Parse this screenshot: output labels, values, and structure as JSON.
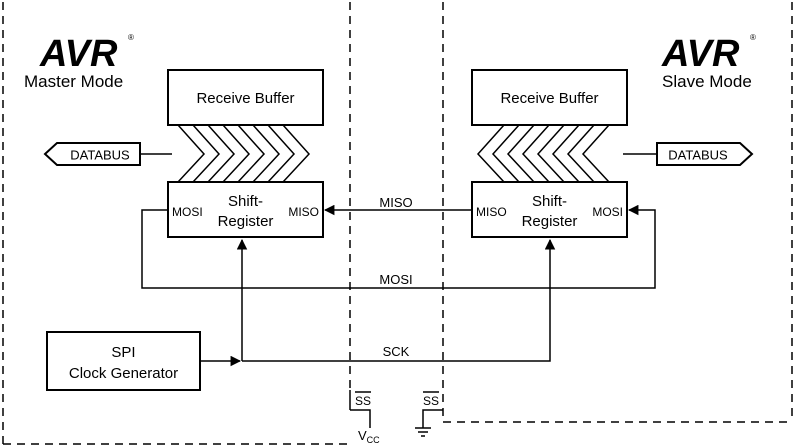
{
  "master": {
    "logo": "AVR",
    "logo_mark": "®",
    "mode": "Master Mode",
    "receive_buffer": "Receive Buffer",
    "databus": "DATABUS",
    "shift_line1": "Shift-",
    "shift_line2": "Register",
    "pin_left": "MOSI",
    "pin_right": "MISO",
    "clock_line1": "SPI",
    "clock_line2": "Clock Generator"
  },
  "slave": {
    "logo": "AVR",
    "logo_mark": "®",
    "mode": "Slave Mode",
    "receive_buffer": "Receive Buffer",
    "databus": "DATABUS",
    "shift_line1": "Shift-",
    "shift_line2": "Register",
    "pin_left": "MISO",
    "pin_right": "MOSI"
  },
  "signals": {
    "miso": "MISO",
    "mosi": "MOSI",
    "sck": "SCK",
    "ss_master": "SS",
    "ss_slave": "SS",
    "vcc": "V",
    "vcc_sub": "CC"
  }
}
